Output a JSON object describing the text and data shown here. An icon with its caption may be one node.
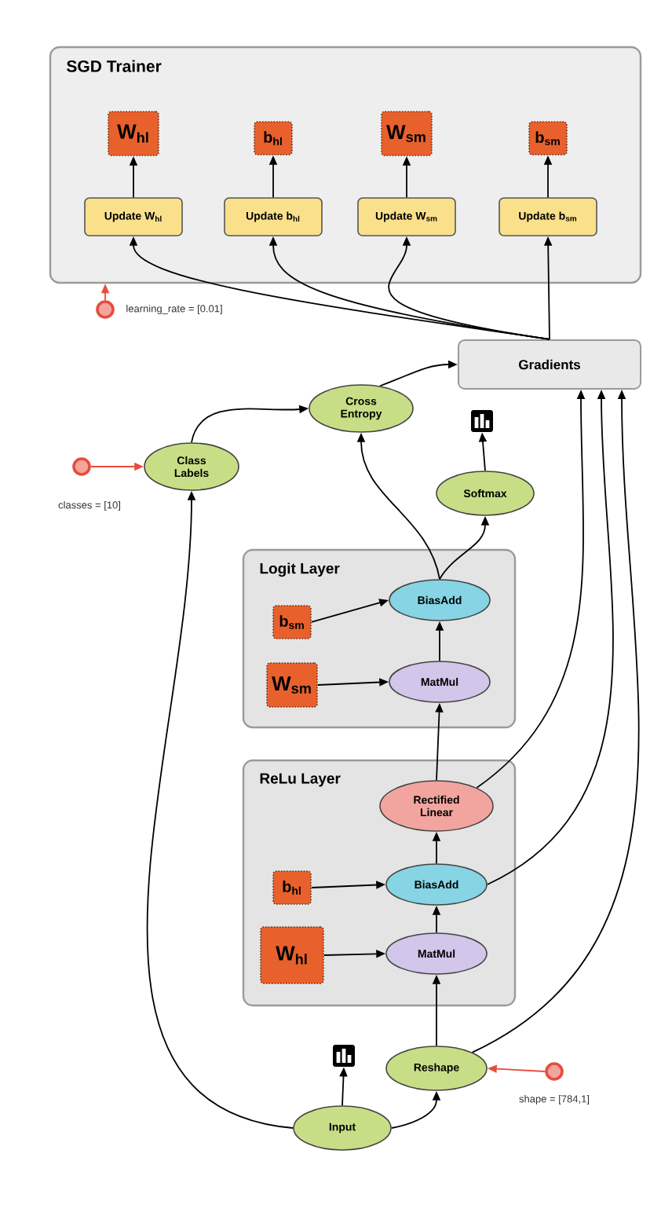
{
  "diagram": {
    "nodes": [
      {
        "text": [
          "SGD Trainer"
        ]
      },
      {
        "text": [
          "W$_{hl}$"
        ],
        "in": 0
      },
      {
        "text": [
          "b$_{hl}$"
        ],
        "in": 0
      },
      {
        "text": [
          "W$_{sm}$"
        ],
        "in": 0
      },
      {
        "text": [
          "b$_{sm}$"
        ],
        "in": 0
      },
      {
        "text": [
          "Update W$_{hl}$"
        ],
        "in": 0
      },
      {
        "text": [
          "Update b$_{hl}$"
        ],
        "in": 0
      },
      {
        "text": [
          "Update W$_{sm}$"
        ],
        "in": 0
      },
      {
        "text": [
          "Update b$_{sm}$"
        ],
        "in": 0
      },
      {
        "text": [],
        "shape": "circle",
        "beside": [
          "learning_rate = [0.01]"
        ]
      },
      {
        "text": [
          "Gradients"
        ]
      },
      {
        "text": [
          "Cross Entropy"
        ]
      },
      {
        "text": [],
        "shape": "chart"
      },
      {
        "text": [],
        "shape": "circle",
        "beside": [
          "classes = [10]"
        ]
      },
      {
        "text": [
          "Class Labels"
        ]
      },
      {
        "text": [
          "Softmax"
        ]
      },
      {
        "text": [
          "Logit Layer"
        ]
      },
      {
        "text": [
          "b$_{sm}$"
        ],
        "in": 16
      },
      {
        "text": [
          "BiasAdd"
        ],
        "in": 16
      },
      {
        "text": [
          "W$_{sm}$"
        ],
        "in": 16
      },
      {
        "text": [
          "MatMul"
        ],
        "in": 16
      },
      {
        "text": [
          "ReLu Layer"
        ]
      },
      {
        "text": [
          "Rectified Linear"
        ],
        "in": 21
      },
      {
        "text": [
          "b$_{hl}$"
        ],
        "in": 21
      },
      {
        "text": [
          "BiasAdd"
        ],
        "in": 21
      },
      {
        "text": [
          "W$_{hl}$"
        ],
        "in": 21
      },
      {
        "text": [
          "MatMul"
        ],
        "in": 21
      },
      {
        "text": [],
        "shape": "chart"
      },
      {
        "text": [
          "Reshape"
        ]
      },
      {
        "text": [],
        "shape": "circle",
        "beside": [
          "shape = [784,1]"
        ]
      },
      {
        "text": [
          "Input"
        ]
      }
    ],
    "edges": [
      {
        "from": 5,
        "to": 1,
        "arrow": "to"
      },
      {
        "from": 6,
        "to": 2,
        "arrow": "to"
      },
      {
        "from": 7,
        "to": 3,
        "arrow": "to"
      },
      {
        "from": 8,
        "to": 4,
        "arrow": "to"
      },
      {
        "from": 10,
        "to": 5,
        "arrow": "to"
      },
      {
        "from": 10,
        "to": 6,
        "arrow": "to"
      },
      {
        "from": 10,
        "to": 7,
        "arrow": "to"
      },
      {
        "from": 10,
        "to": 8,
        "arrow": "to"
      },
      {
        "from": 9,
        "to": 0,
        "arrow": "to",
        "color": "#e84c3d"
      },
      {
        "from": 11,
        "to": 10,
        "arrow": "to"
      },
      {
        "from": 14,
        "to": 11,
        "arrow": "to"
      },
      {
        "from": 13,
        "to": 14,
        "arrow": "to",
        "color": "#e84c3d"
      },
      {
        "from": 18,
        "to": 11,
        "arrow": "to"
      },
      {
        "from": 18,
        "to": 15,
        "arrow": "to"
      },
      {
        "from": 15,
        "to": 12,
        "arrow": "to"
      },
      {
        "from": 17,
        "to": 18,
        "arrow": "to"
      },
      {
        "from": 19,
        "to": 20,
        "arrow": "to"
      },
      {
        "from": 20,
        "to": 18,
        "arrow": "to"
      },
      {
        "from": 22,
        "to": 20,
        "arrow": "to"
      },
      {
        "from": 23,
        "to": 24,
        "arrow": "to"
      },
      {
        "from": 25,
        "to": 26,
        "arrow": "to"
      },
      {
        "from": 26,
        "to": 24,
        "arrow": "to"
      },
      {
        "from": 24,
        "to": 22,
        "arrow": "to"
      },
      {
        "from": 22,
        "to": 10,
        "arrow": "to"
      },
      {
        "from": 24,
        "to": 10,
        "arrow": "to"
      },
      {
        "from": 28,
        "to": 10,
        "arrow": "to"
      },
      {
        "from": 30,
        "to": 14,
        "arrow": "to"
      },
      {
        "from": 30,
        "to": 27,
        "arrow": "to"
      },
      {
        "from": 30,
        "to": 28,
        "arrow": "to"
      },
      {
        "from": 28,
        "to": 26,
        "arrow": "to"
      },
      {
        "from": 29,
        "to": 28,
        "arrow": "to",
        "color": "#e84c3d"
      }
    ]
  }
}
